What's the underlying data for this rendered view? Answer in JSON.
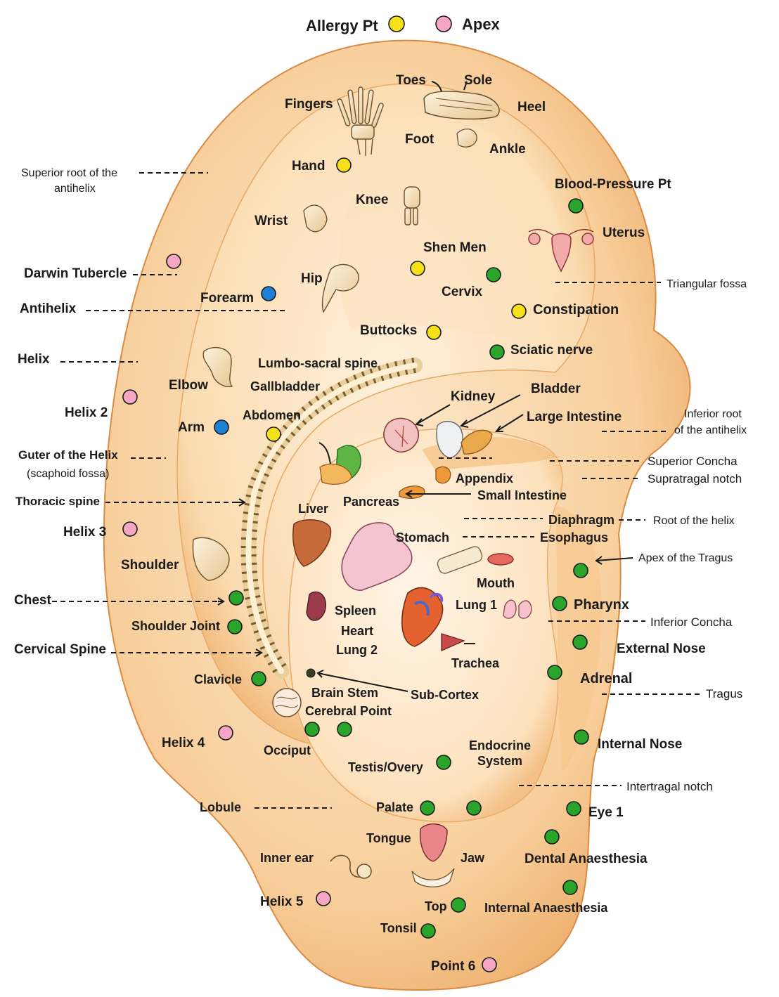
{
  "legend": {
    "allergy_pt": {
      "label": "Allergy Pt",
      "color": "#f5e01a"
    },
    "apex": {
      "label": "Apex",
      "color": "#f4a6c4"
    }
  },
  "colors": {
    "yellow": "#f5e01a",
    "pink": "#f4a6c4",
    "green": "#2aa52a",
    "blue": "#1f7fd6",
    "skin_light": "#fde6c6",
    "skin_mid": "#f6c78f",
    "skin_dark": "#e9a35c",
    "text": "#1a1a1a"
  },
  "labels": {
    "toes": "Toes",
    "sole": "Sole",
    "heel": "Heel",
    "fingers": "Fingers",
    "foot": "Foot",
    "ankle": "Ankle",
    "hand": "Hand",
    "superior_root_1": "Superior root of the",
    "superior_root_2": "antihelix",
    "blood_pressure": "Blood-Pressure Pt",
    "knee": "Knee",
    "wrist": "Wrist",
    "uterus": "Uterus",
    "shen_men": "Shen Men",
    "darwin": "Darwin Tubercle",
    "hip": "Hip",
    "cervix": "Cervix",
    "forearm": "Forearm",
    "triangular_fossa": "Triangular fossa",
    "antihelix": "Antihelix",
    "constipation": "Constipation",
    "buttocks": "Buttocks",
    "helix": "Helix",
    "sciatic": "Sciatic nerve",
    "lumbo": "Lumbo-sacral spine",
    "elbow": "Elbow",
    "gallbladder": "Gallbladder",
    "bladder": "Bladder",
    "kidney": "Kidney",
    "helix2": "Helix 2",
    "inferior_root_1": "Inferior root",
    "inferior_root_2": "of the antihelix",
    "large_intestine": "Large Intestine",
    "abdomen": "Abdomen",
    "arm": "Arm",
    "guter_1": "Guter of the Helix",
    "guter_2": "(scaphoid fossa)",
    "superior_concha": "Superior Concha",
    "appendix": "Appendix",
    "supratragal": "Supratragal notch",
    "thoracic": "Thoracic spine",
    "pancreas": "Pancreas",
    "small_intestine": "Small Intestine",
    "liver": "Liver",
    "diaphragm": "Diaphragm",
    "root_helix": "Root of the helix",
    "helix3": "Helix 3",
    "stomach": "Stomach",
    "esophagus": "Esophagus",
    "apex_tragus": "Apex of the Tragus",
    "shoulder": "Shoulder",
    "mouth": "Mouth",
    "chest": "Chest",
    "lung1": "Lung 1",
    "pharynx": "Pharynx",
    "spleen": "Spleen",
    "shoulder_joint": "Shoulder Joint",
    "inferior_concha": "Inferior Concha",
    "heart": "Heart",
    "external_nose": "External Nose",
    "cervical": "Cervical Spine",
    "lung2": "Lung 2",
    "trachea": "Trachea",
    "adrenal": "Adrenal",
    "clavicle": "Clavicle",
    "brain_stem": "Brain Stem",
    "sub_cortex": "Sub-Cortex",
    "tragus": "Tragus",
    "cerebral_point": "Cerebral Point",
    "helix4": "Helix 4",
    "occiput": "Occiput",
    "endocrine_1": "Endocrine",
    "endocrine_2": "System",
    "internal_nose": "Internal Nose",
    "testis": "Testis/Overy",
    "intertragal": "Intertragal notch",
    "lobule": "Lobule",
    "palate": "Palate",
    "eye1": "Eye 1",
    "tongue": "Tongue",
    "inner_ear": "Inner ear",
    "jaw": "Jaw",
    "dental": "Dental Anaesthesia",
    "helix5": "Helix 5",
    "top": "Top",
    "internal_anaesthesia": "Internal Anaesthesia",
    "tonsil": "Tonsil",
    "point6": "Point 6"
  }
}
